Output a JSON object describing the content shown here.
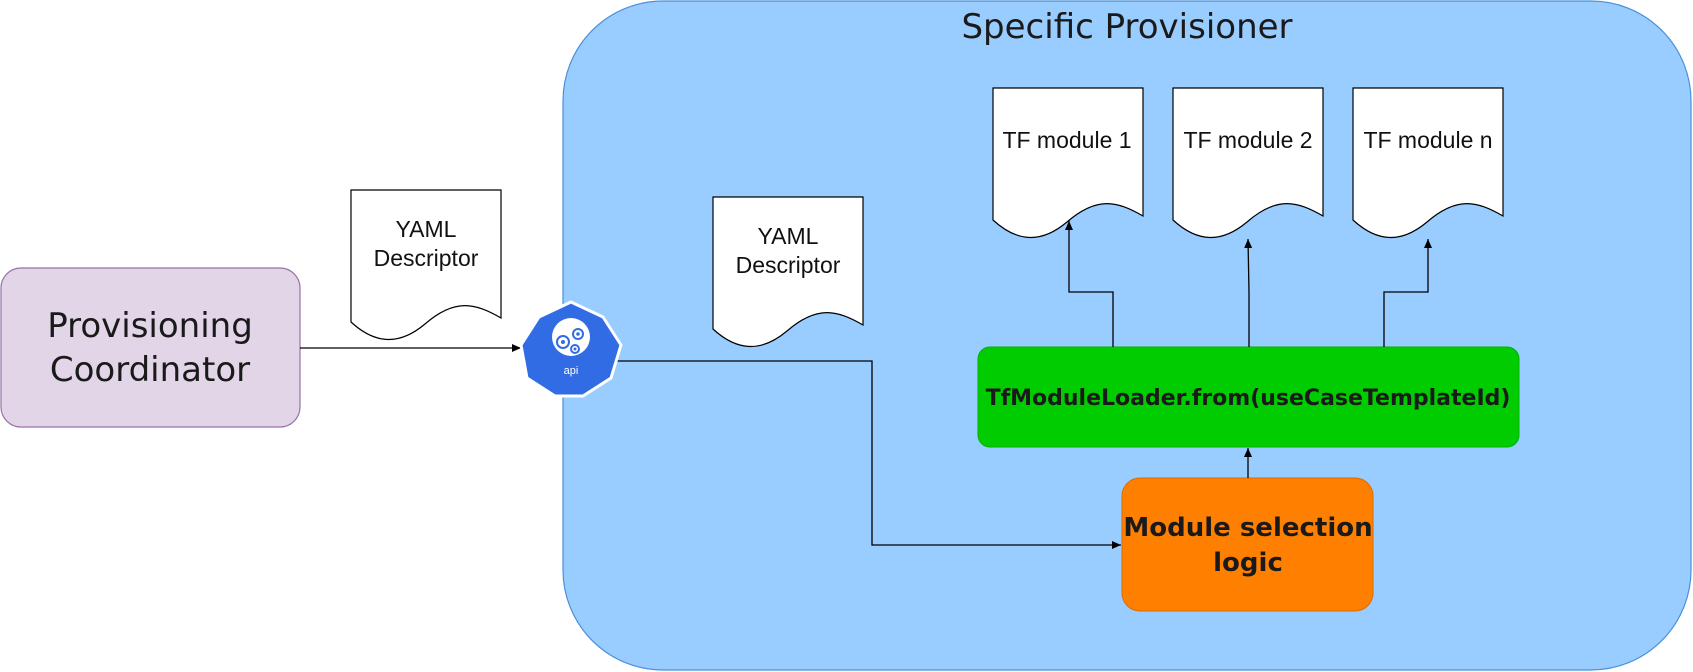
{
  "title": "Specific Provisioner",
  "coordinator": {
    "line1": "Provisioning",
    "line2": "Coordinator"
  },
  "yaml_outer": {
    "line1": "YAML",
    "line2": "Descriptor"
  },
  "yaml_inner": {
    "line1": "YAML",
    "line2": "Descriptor"
  },
  "api_icon": {
    "label": "api"
  },
  "modules": [
    {
      "label": "TF module 1"
    },
    {
      "label": "TF module 2"
    },
    {
      "label": "TF module n"
    }
  ],
  "loader": {
    "label": "TfModuleLoader.from(useCaseTemplateId)"
  },
  "selection": {
    "line1": "Module selection",
    "line2": "logic"
  },
  "colors": {
    "container_fill": "#99ccff",
    "container_stroke": "#4a90d9",
    "coordinator_fill": "#e1d5e7",
    "coordinator_stroke": "#9673a6",
    "loader_fill": "#00cc00",
    "selection_fill": "#ff8000",
    "api_blue": "#326ce5"
  }
}
